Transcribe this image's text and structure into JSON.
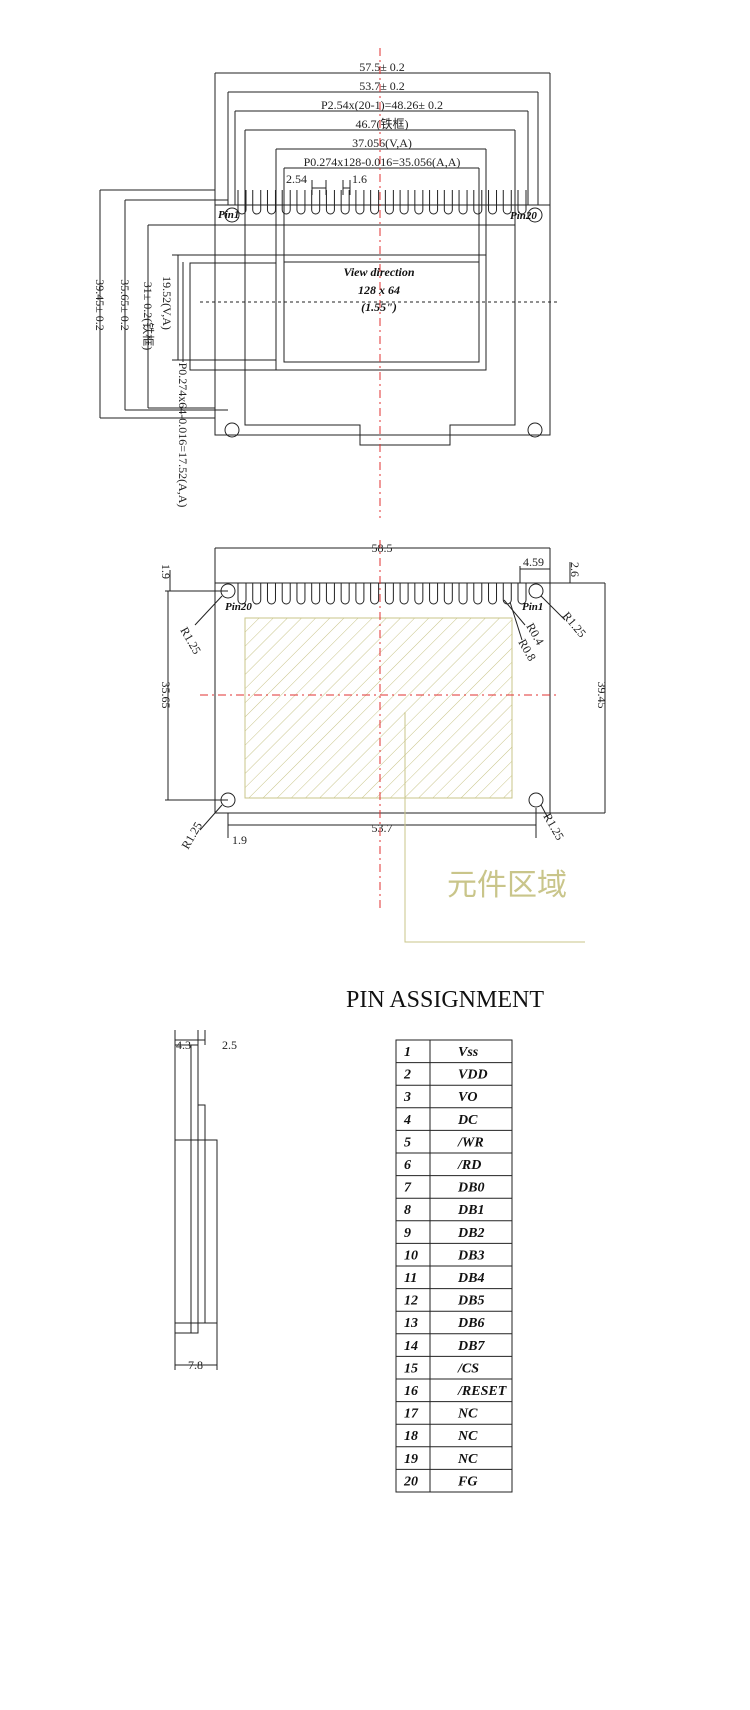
{
  "top_view": {
    "dims": {
      "d1": "57.5± 0.2",
      "d2": "53.7± 0.2",
      "d3": "P2.54x(20-1)=48.26± 0.2",
      "d4": "46.7(铁框)",
      "d5": "37.056(V,A)",
      "d6": "P0.274x128-0.016=35.056(A,A)",
      "d7": "2.54",
      "d8": "1.6",
      "v1": "39.45± 0.2",
      "v2": "35.65± 0.2",
      "v3": "31± 0.2(铁框)",
      "v4": "19.52(V,A)",
      "v5": "P0.274x64-0.016=17.52(A,A)"
    },
    "pin_left": "Pin1",
    "pin_right": "Pin20",
    "view_direction": "View direction",
    "resolution": "128 x 64",
    "size": "(1.55\")"
  },
  "bottom_view": {
    "dims": {
      "w": "58.5",
      "d459": "4.59",
      "d26": "2.6",
      "d19top": "1.9",
      "h3565": "35.65",
      "h3945": "39.45",
      "w537": "53.7",
      "d19bot": "1.9",
      "r125a": "R1.25",
      "r125b": "R1.25",
      "r125c": "R1.25",
      "r125d": "R1.25",
      "r04": "R0.4",
      "r08": "R0.8"
    },
    "pin_left": "Pin20",
    "pin_right": "Pin1",
    "component_area": "元件区域"
  },
  "side_view": {
    "d43": "4.3",
    "d25": "2.5",
    "d78": "7.8"
  },
  "pin_assignment": {
    "title": "PIN ASSIGNMENT",
    "rows": [
      {
        "num": "1",
        "name": "Vss"
      },
      {
        "num": "2",
        "name": "VDD"
      },
      {
        "num": "3",
        "name": "VO"
      },
      {
        "num": "4",
        "name": "DC"
      },
      {
        "num": "5",
        "name": "/WR"
      },
      {
        "num": "6",
        "name": "/RD"
      },
      {
        "num": "7",
        "name": "DB0"
      },
      {
        "num": "8",
        "name": "DB1"
      },
      {
        "num": "9",
        "name": "DB2"
      },
      {
        "num": "10",
        "name": "DB3"
      },
      {
        "num": "11",
        "name": "DB4"
      },
      {
        "num": "12",
        "name": "DB5"
      },
      {
        "num": "13",
        "name": "DB6"
      },
      {
        "num": "14",
        "name": "DB7"
      },
      {
        "num": "15",
        "name": "/CS"
      },
      {
        "num": "16",
        "name": "/RESET"
      },
      {
        "num": "17",
        "name": "NC"
      },
      {
        "num": "18",
        "name": "NC"
      },
      {
        "num": "19",
        "name": "NC"
      },
      {
        "num": "20",
        "name": "FG"
      }
    ]
  },
  "colors": {
    "centerline": "#e03030",
    "hatch": "#c9c58a",
    "line": "#222222"
  }
}
